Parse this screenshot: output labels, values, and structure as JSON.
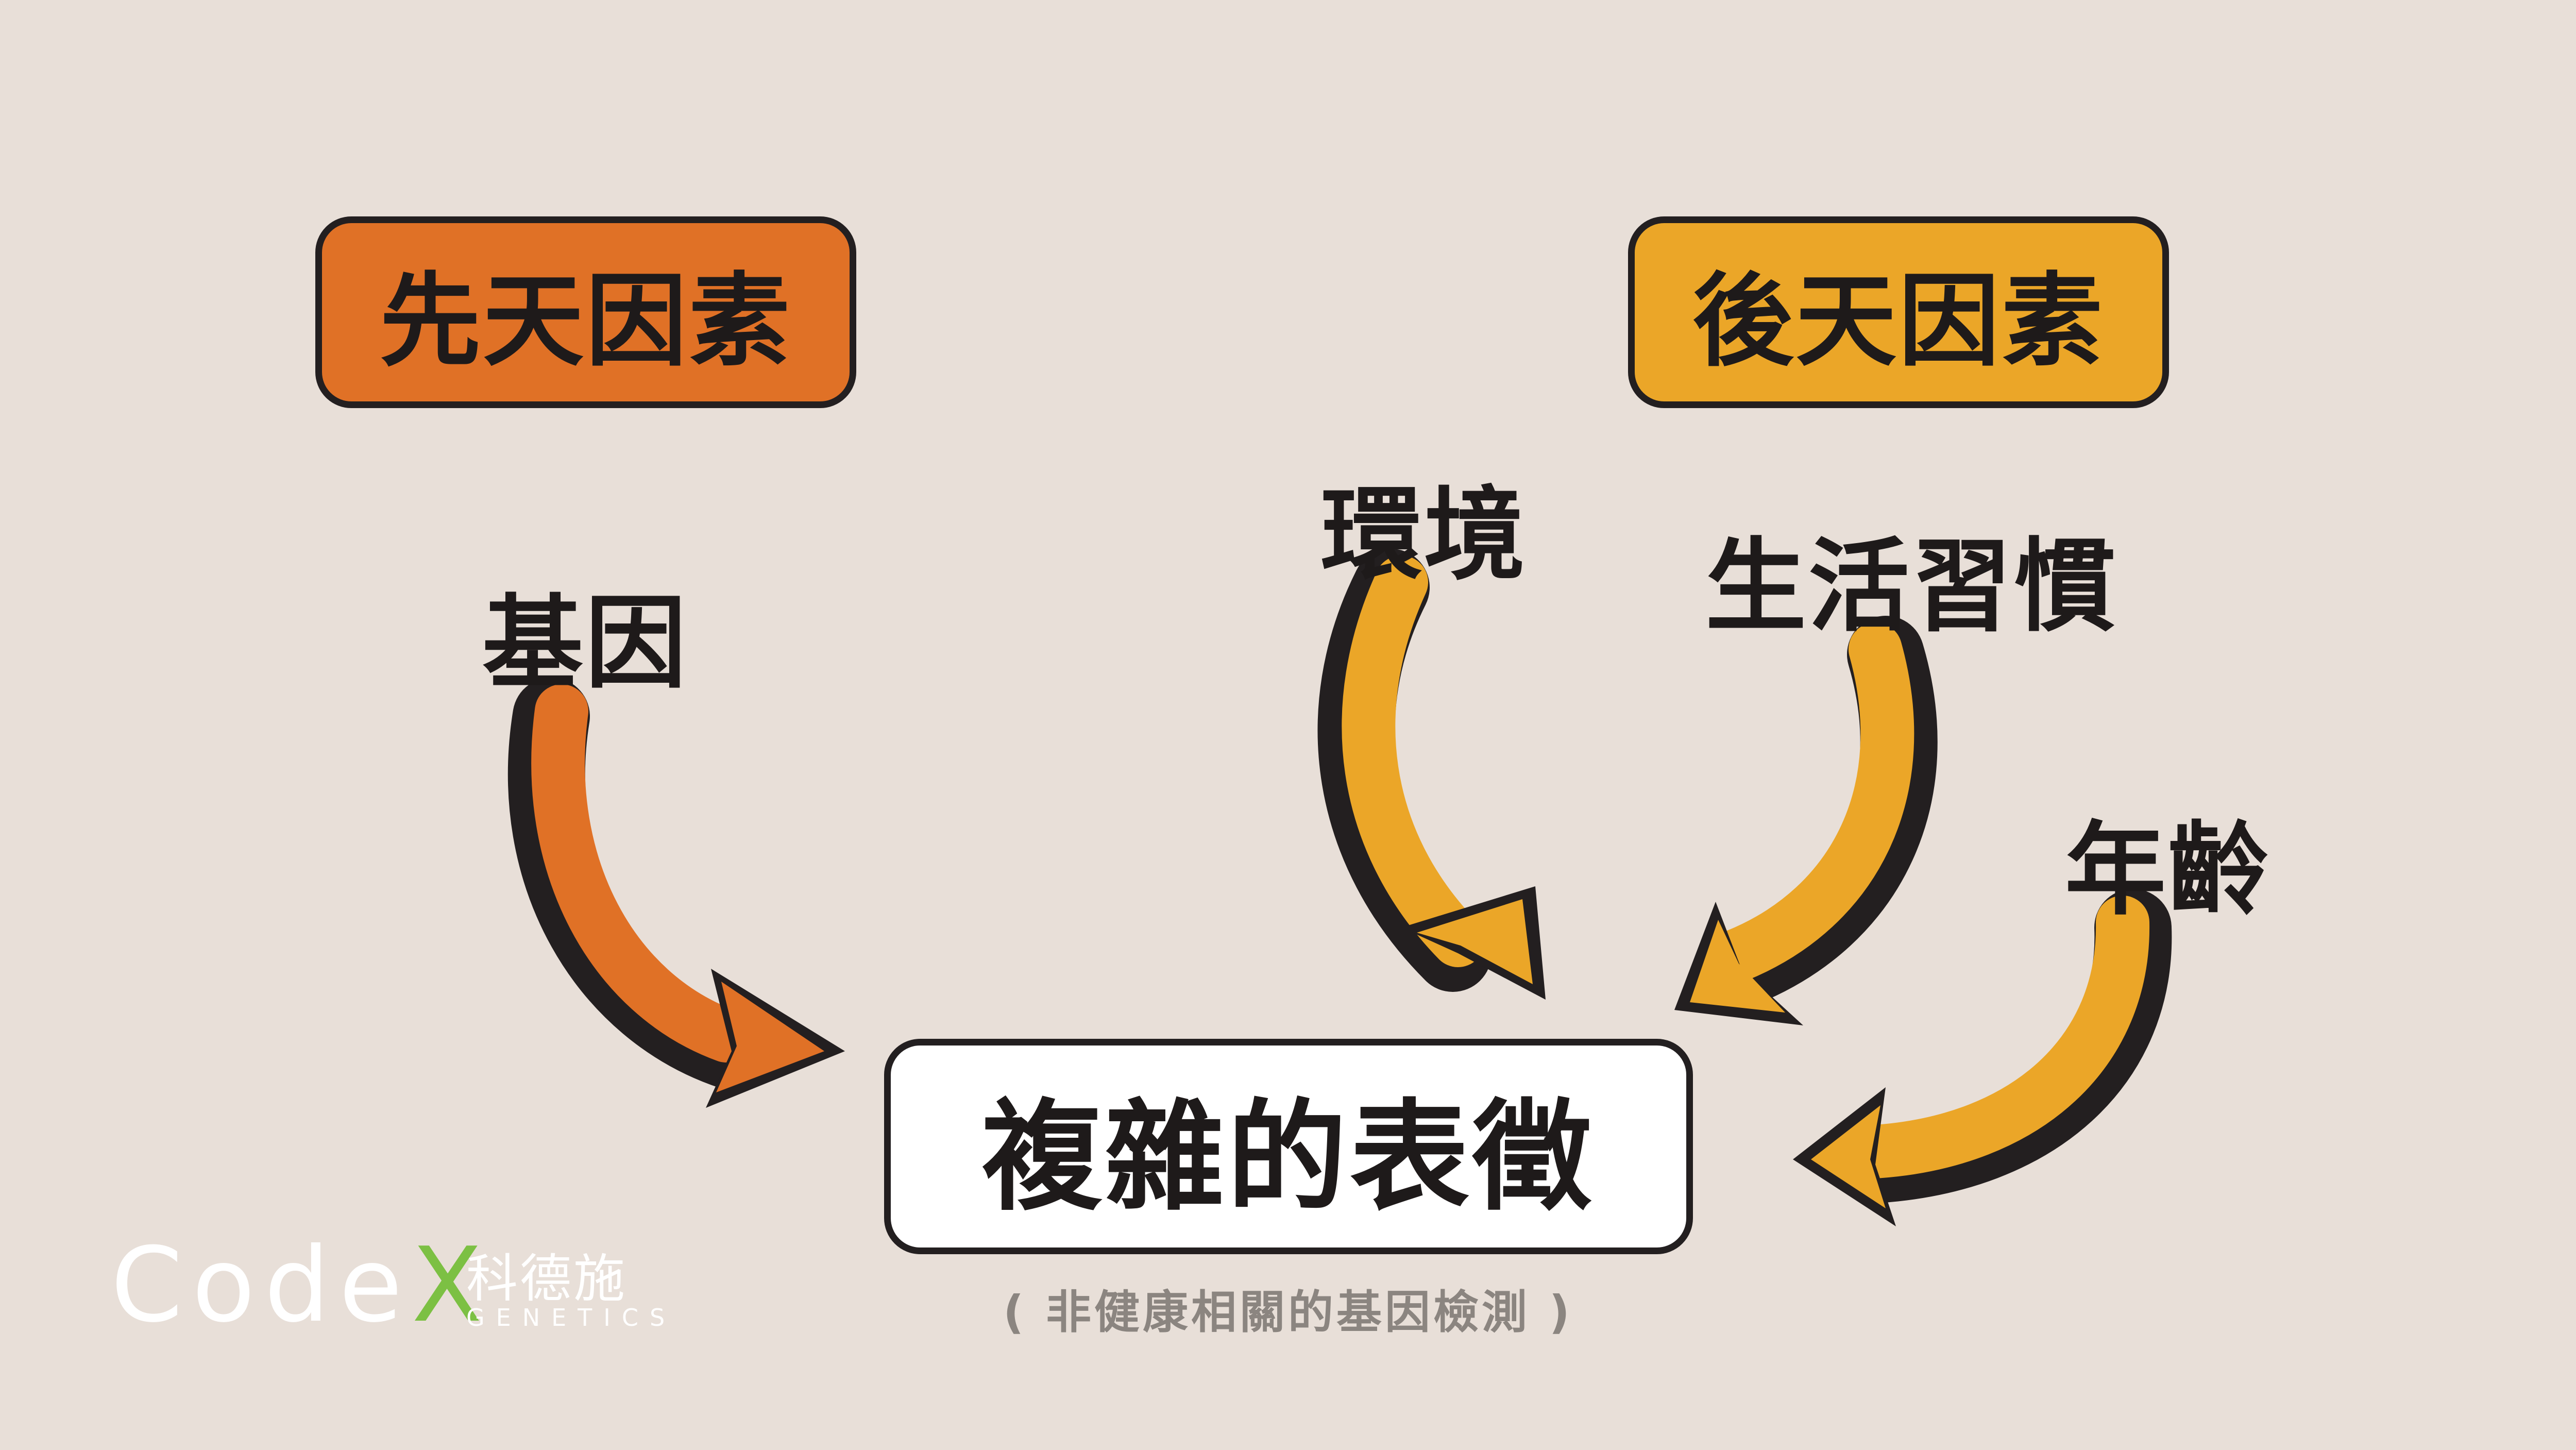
{
  "diagram": {
    "innate_label": "先天因素",
    "acquired_label": "後天因素",
    "result_label": "複雜的表徵",
    "note": "( 非健康相關的基因檢測 )",
    "factors": {
      "gene": "基因",
      "environment": "環境",
      "lifestyle": "生活習慣",
      "age": "年齡"
    },
    "colors": {
      "background": "#e8dfd8",
      "innate": "#e07126",
      "acquired": "#eba628",
      "result": "#ffffff",
      "outline": "#231f20"
    }
  },
  "logo": {
    "word_main": "Code",
    "word_end": "X",
    "cn": "科德施",
    "en": "GENETICS",
    "accent_color": "#7cc043"
  }
}
